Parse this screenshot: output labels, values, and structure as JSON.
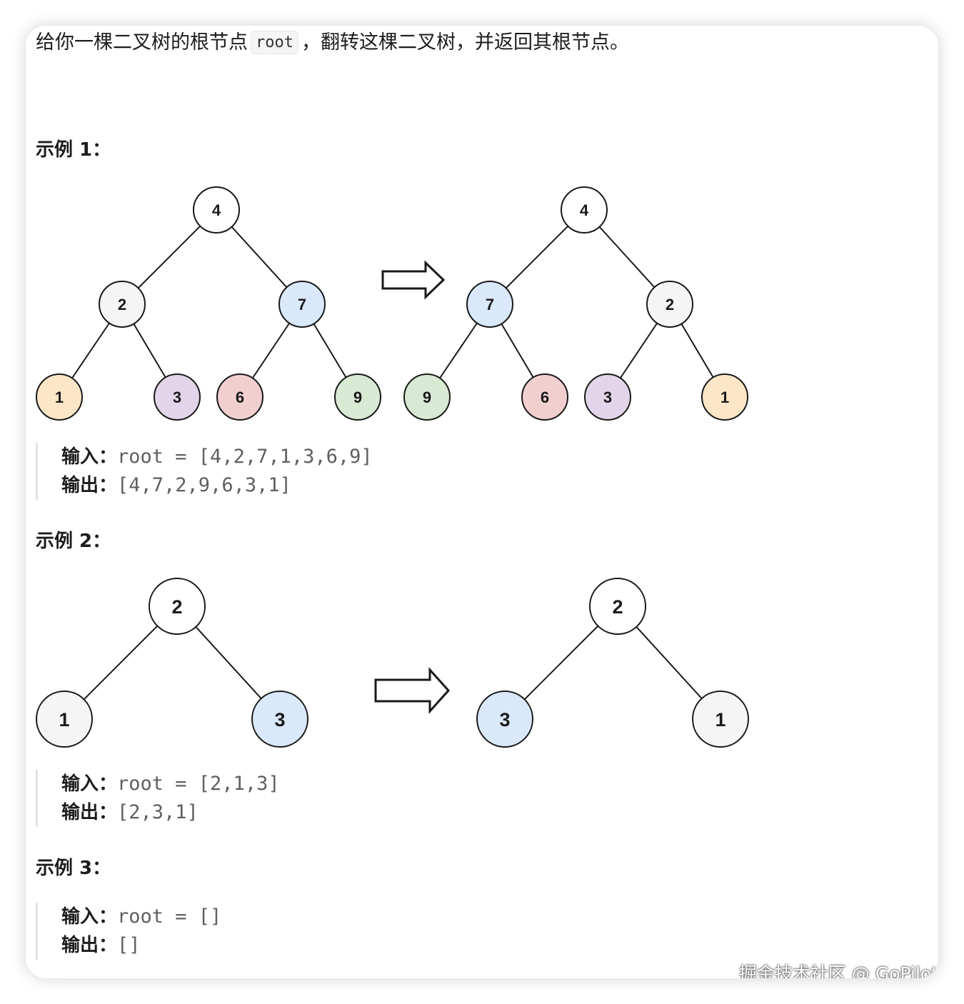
{
  "intro": {
    "before": "给你一棵二叉树的根节点",
    "code": "root",
    "after": "，翻转这棵二叉树，并返回其根节点。"
  },
  "examples": [
    {
      "heading": "示例 1：",
      "input_label": "输入：",
      "input_value": "root = [4,2,7,1,3,6,9]",
      "output_label": "输出：",
      "output_value": "[4,7,2,9,6,3,1]",
      "tree_before": [
        "4",
        "2",
        "7",
        "1",
        "3",
        "6",
        "9"
      ],
      "tree_after": [
        "4",
        "7",
        "2",
        "9",
        "6",
        "3",
        "1"
      ]
    },
    {
      "heading": "示例 2：",
      "input_label": "输入：",
      "input_value": "root = [2,1,3]",
      "output_label": "输出：",
      "output_value": "[2,3,1]",
      "tree_before": [
        "2",
        "1",
        "3"
      ],
      "tree_after": [
        "2",
        "3",
        "1"
      ]
    },
    {
      "heading": "示例 3：",
      "input_label": "输入：",
      "input_value": "root = []",
      "output_label": "输出：",
      "output_value": "[]"
    }
  ],
  "node_colors": {
    "white": "#ffffff",
    "gray": "#f5f5f5",
    "blue": "#dae8fc",
    "orange": "#fde6c8",
    "purple": "#e2d5e9",
    "red": "#f2cfcf",
    "green": "#d8e9d4"
  },
  "watermark": "掘金技术社区 @ GoPilot"
}
